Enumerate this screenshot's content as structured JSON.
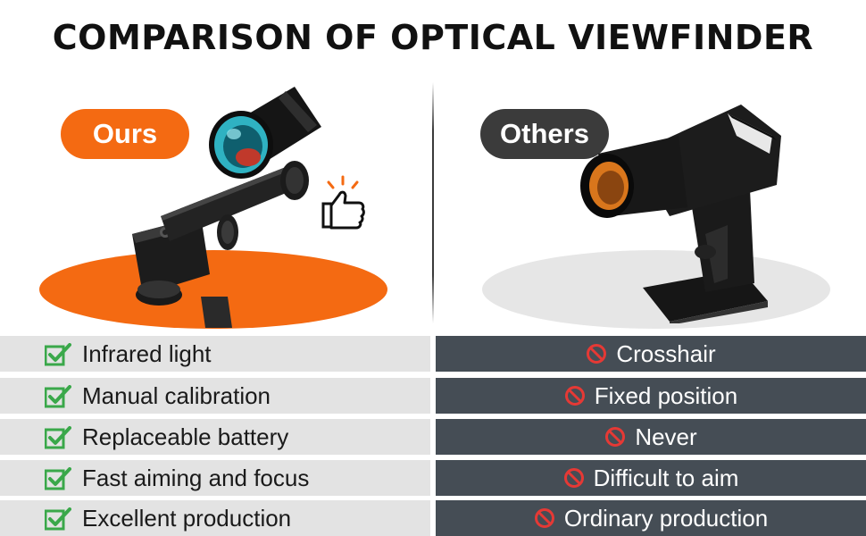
{
  "title": "COMPARISON OF OPTICAL VIEWFINDER",
  "ours": {
    "label": "Ours",
    "pill_color": "#f46a12",
    "ellipse_color": "#f46a12",
    "icon": "thumbs-up-icon"
  },
  "others": {
    "label": "Others",
    "pill_color": "#3b3b3b",
    "ellipse_color": "#e6e6e6"
  },
  "colors": {
    "left_row_bg": "#e3e3e3",
    "right_row_bg": "#454d55",
    "check_green": "#3aa84a",
    "no_red": "#e53935"
  },
  "rows": [
    {
      "ours": "Infrared light",
      "others": "Crosshair"
    },
    {
      "ours": "Manual calibration",
      "others": "Fixed position"
    },
    {
      "ours": "Replaceable battery",
      "others": "Never"
    },
    {
      "ours": "Fast aiming and focus",
      "others": "Difficult to aim"
    },
    {
      "ours": "Excellent production",
      "others": "Ordinary production"
    }
  ]
}
